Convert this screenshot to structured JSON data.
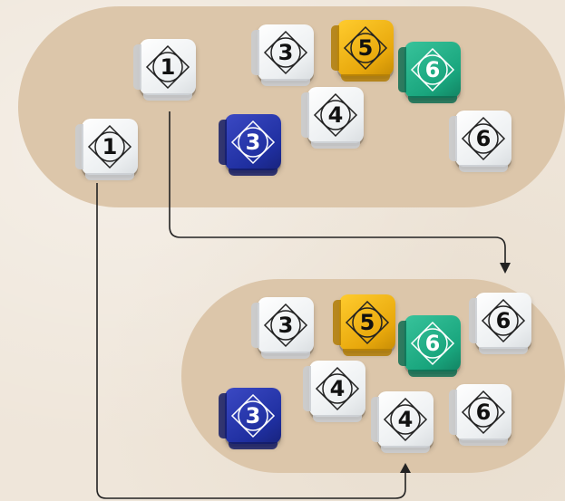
{
  "colors": {
    "background": "#efe6da",
    "tray": "#dcc6aa",
    "white_die": "#f4f5f6",
    "blue_die": "#2333a8",
    "yellow_die": "#f0b412",
    "green_die": "#1fae84",
    "arrow": "#222222"
  },
  "top_tray": {
    "dice": [
      {
        "value": "1",
        "color": "white"
      },
      {
        "value": "1",
        "color": "white"
      },
      {
        "value": "3",
        "color": "white"
      },
      {
        "value": "5",
        "color": "yellow"
      },
      {
        "value": "6",
        "color": "green"
      },
      {
        "value": "3",
        "color": "blue"
      },
      {
        "value": "4",
        "color": "white"
      },
      {
        "value": "6",
        "color": "white"
      }
    ]
  },
  "bottom_tray": {
    "dice": [
      {
        "value": "3",
        "color": "white"
      },
      {
        "value": "5",
        "color": "yellow"
      },
      {
        "value": "6",
        "color": "green"
      },
      {
        "value": "6",
        "color": "white"
      },
      {
        "value": "4",
        "color": "white"
      },
      {
        "value": "3",
        "color": "blue"
      },
      {
        "value": "4",
        "color": "white"
      },
      {
        "value": "6",
        "color": "white"
      }
    ]
  },
  "arrows": [
    {
      "name": "reroll-arrow-upper",
      "from": "top_tray.dice.1",
      "to": "bottom_tray"
    },
    {
      "name": "reroll-arrow-lower",
      "from": "top_tray.dice.0",
      "to": "bottom_tray.dice.6"
    }
  ]
}
